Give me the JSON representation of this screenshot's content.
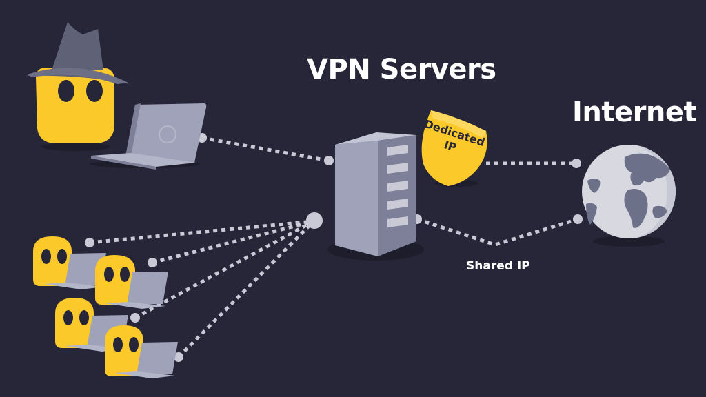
{
  "diagram": {
    "title": "VPN Servers",
    "internet_label": "Internet",
    "shared_ip_label": "Shared IP",
    "dedicated_ip_line1": "Dedicated",
    "dedicated_ip_line2": "IP"
  },
  "colors": {
    "background": "#262638",
    "ghost_yellow": "#fcc92a",
    "laptop_gray": "#9fa2b9",
    "laptop_dark": "#6d7089",
    "server_gray": "#8f92aa",
    "globe_light": "#d7d8e0",
    "globe_land": "#6d7089",
    "connector": "#c9cad6",
    "hat_gray": "#5f6177"
  }
}
